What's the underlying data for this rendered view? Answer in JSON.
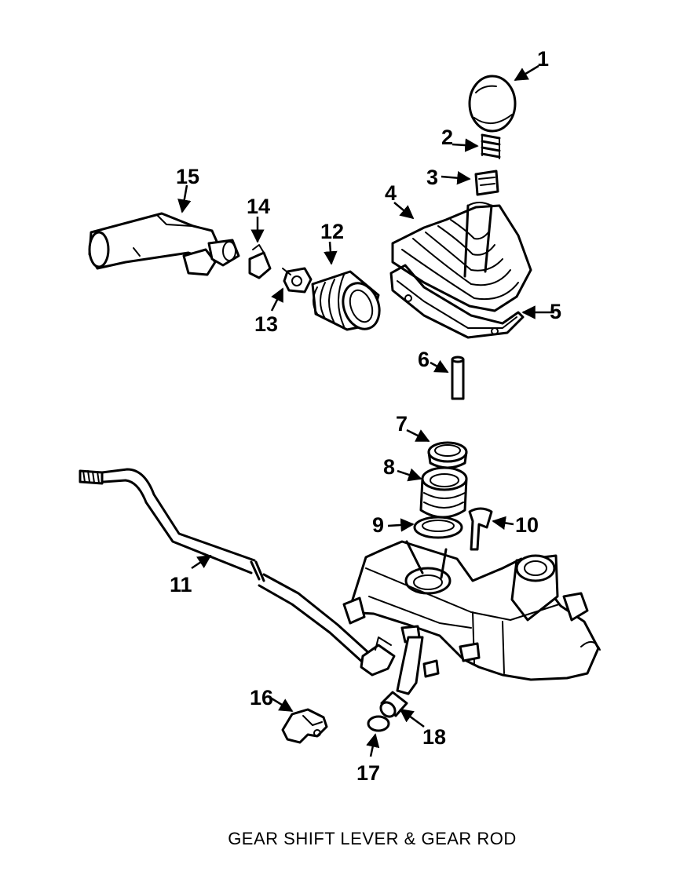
{
  "caption": "GEAR SHIFT LEVER & GEAR ROD",
  "callouts": [
    "1",
    "2",
    "3",
    "4",
    "5",
    "6",
    "7",
    "8",
    "9",
    "10",
    "11",
    "12",
    "13",
    "14",
    "15",
    "16",
    "17",
    "18"
  ]
}
